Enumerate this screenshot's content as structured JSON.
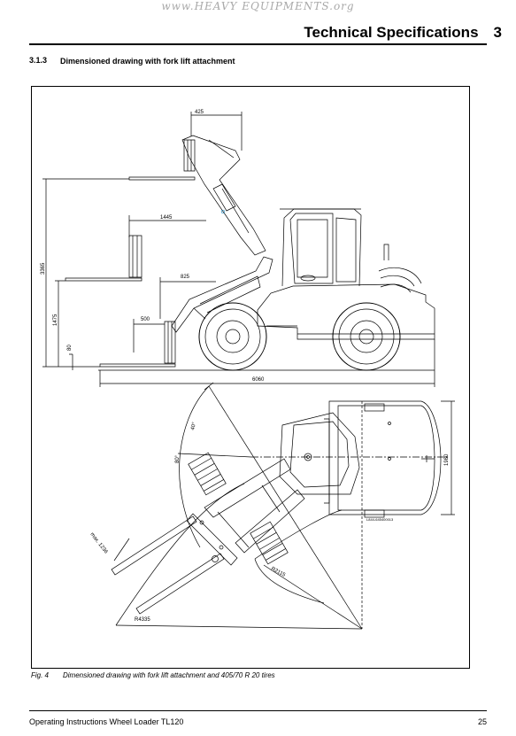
{
  "watermark": "www.HEAVY EQUIPMENTS.org",
  "header": {
    "title": "Technical Specifications",
    "chapter": "3"
  },
  "section": {
    "number": "3.1.3",
    "title": "Dimensioned drawing with fork lift attachment"
  },
  "figure": {
    "dimensions": {
      "d425": "425",
      "d1445": "1445",
      "d825": "825",
      "d500": "500",
      "d3365": "3365",
      "d1475": "1475",
      "d80": "80",
      "d6060": "6060",
      "a40": "40°",
      "a80": "80°",
      "d1980": "1980",
      "max1236": "max. 1236",
      "r2115": "R2115",
      "r4335": "R4335"
    },
    "drawing_code": "L844-645400013"
  },
  "caption": {
    "label": "Fig. 4",
    "text": "Dimensioned drawing with fork lift attachment and 405/70 R 20 tires"
  },
  "footer": {
    "left": "Operating Instructions Wheel Loader TL120",
    "page": "25"
  }
}
